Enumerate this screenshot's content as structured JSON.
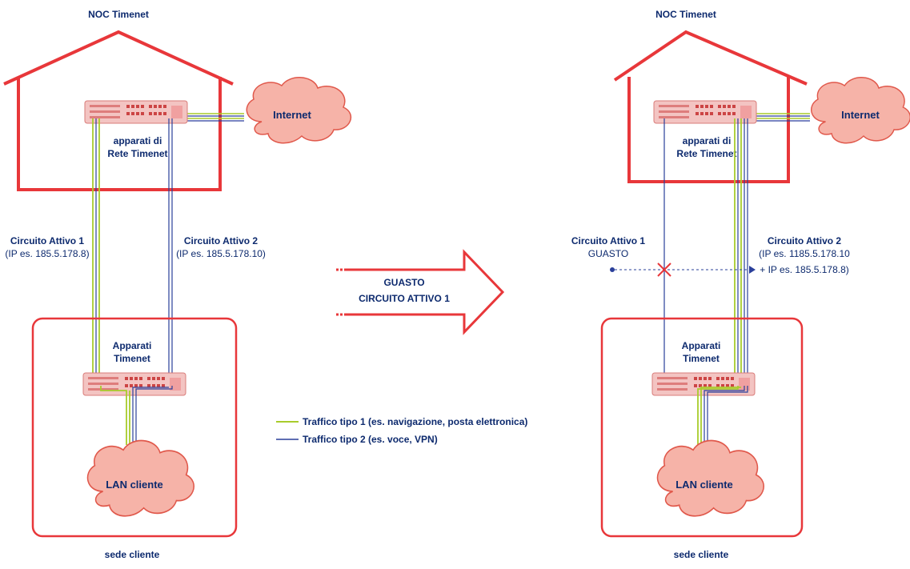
{
  "colors": {
    "frame": "#e8373a",
    "cloud_fill": "#f6b3a8",
    "cloud_stroke": "#e0584b",
    "device": "#f3c4c2",
    "traffic_1": "#a8cc2c",
    "traffic_2": "#2a3f9a",
    "text": "#0d2a6e"
  },
  "left": {
    "noc_title": "NOC Timenet",
    "internet_label": "Internet",
    "network_devices": [
      "apparati di",
      "Rete Timenet"
    ],
    "circuit_1": {
      "title": "Circuito Attivo 1",
      "detail": "(IP es. 185.5.178.8)"
    },
    "circuit_2": {
      "title": "Circuito Attivo 2",
      "detail": "(IP es. 185.5.178.10)"
    },
    "client_devices": [
      "Apparati",
      "Timenet"
    ],
    "lan_label": "LAN cliente",
    "site_label": "sede cliente"
  },
  "transition": {
    "line1": "GUASTO",
    "line2": "CIRCUITO ATTIVO 1"
  },
  "legend": [
    {
      "label": "Traffico tipo 1 (es. navigazione, posta elettronica)",
      "color": "#a8cc2c"
    },
    {
      "label": "Traffico tipo 2 (es. voce, VPN)",
      "color": "#2a3f9a"
    }
  ],
  "right": {
    "noc_title": "NOC Timenet",
    "internet_label": "Internet",
    "network_devices": [
      "apparati di",
      "Rete Timenet"
    ],
    "circuit_1": {
      "title": "Circuito Attivo 1",
      "detail": "GUASTO"
    },
    "circuit_2": {
      "title": "Circuito Attivo 2",
      "detail": "(IP es. 1185.5.178.10",
      "detail2": "+ IP es. 185.5.178.8)"
    },
    "client_devices": [
      "Apparati",
      "Timenet"
    ],
    "lan_label": "LAN cliente",
    "site_label": "sede cliente"
  }
}
